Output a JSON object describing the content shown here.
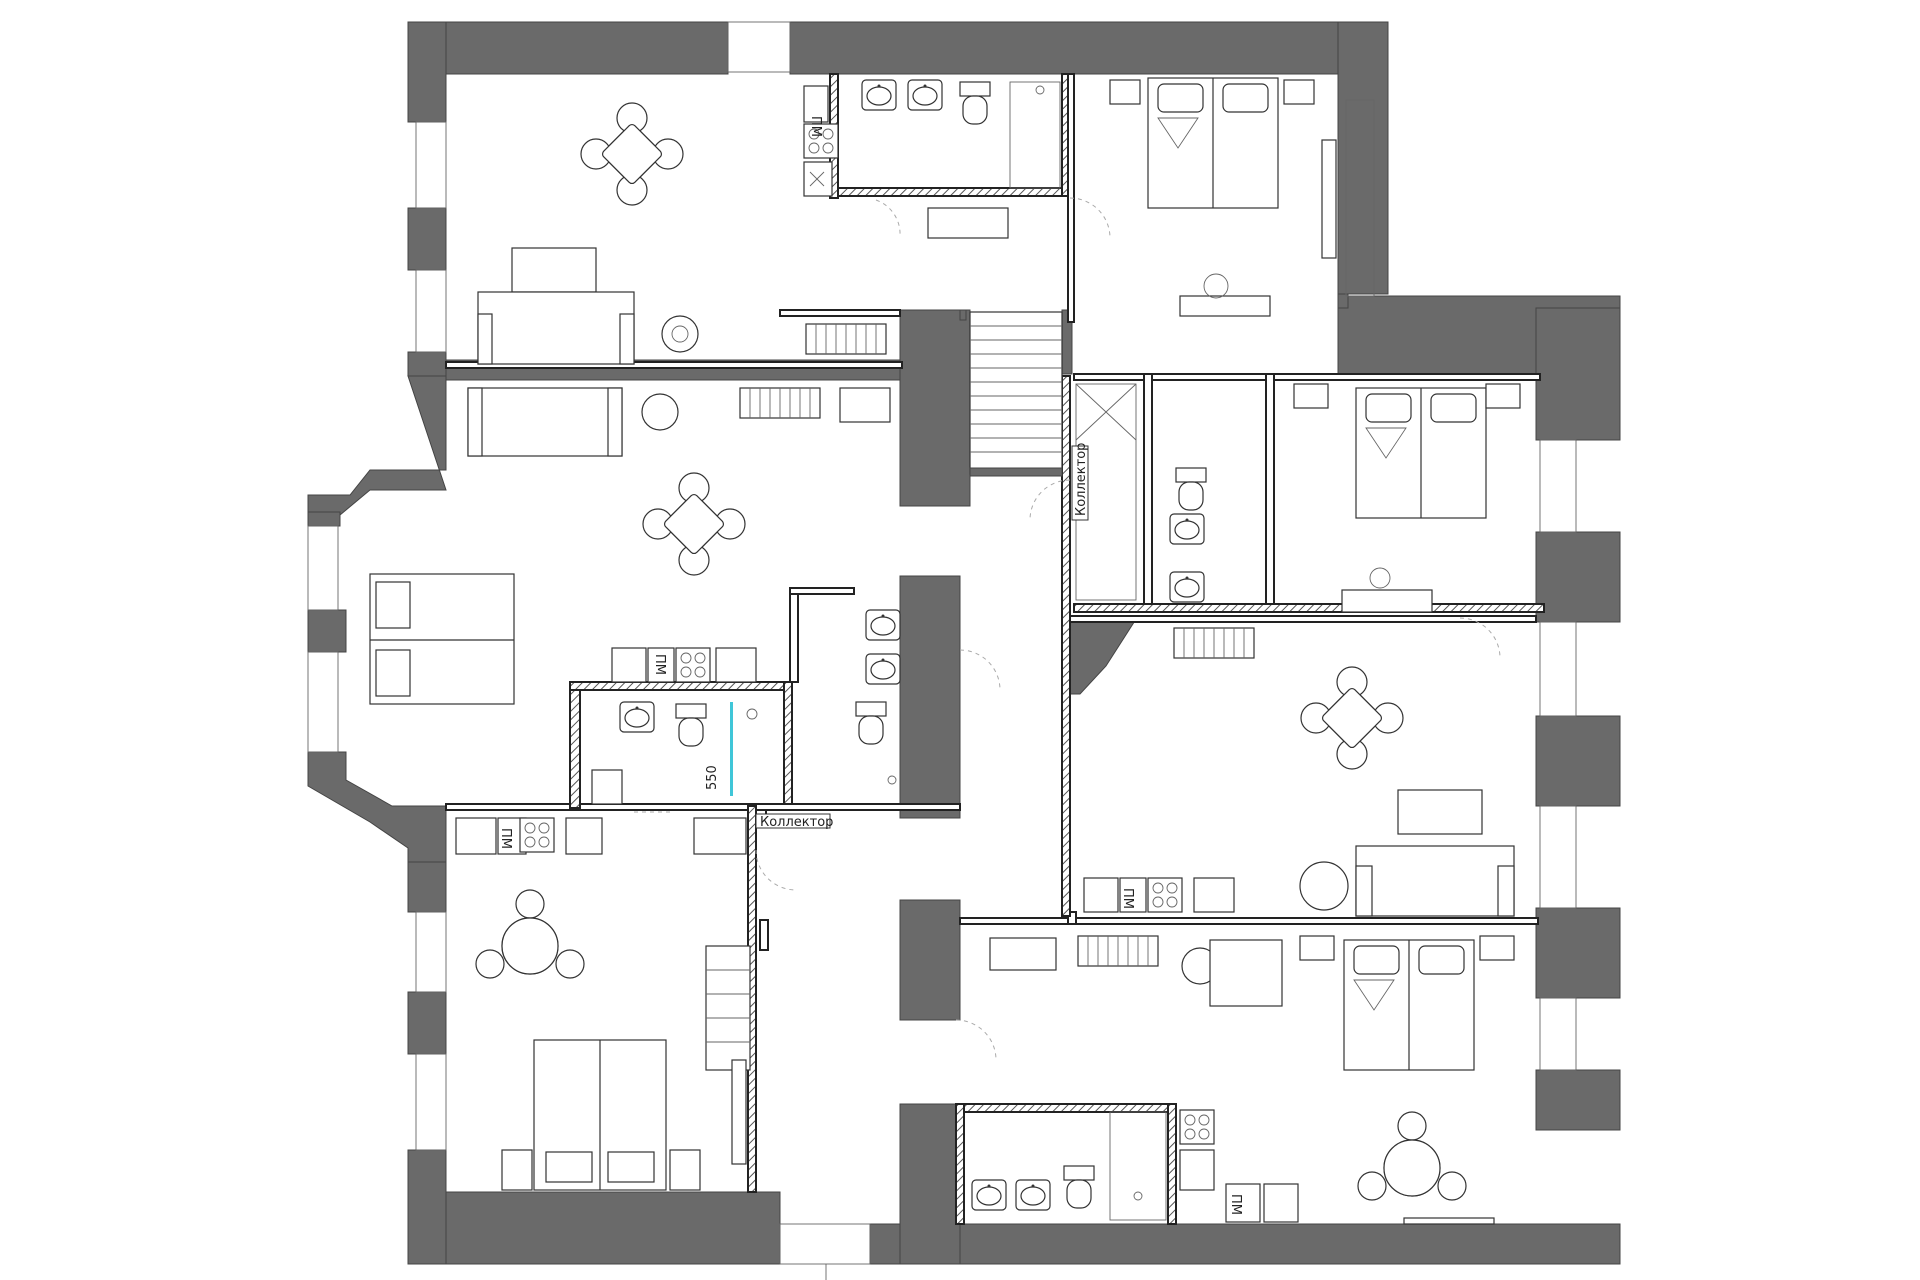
{
  "labels": {
    "collector_top": "Коллектор",
    "collector_middle": "Коллектор",
    "pm_1": "ПМ",
    "pm_2": "ПМ",
    "pm_3": "ПМ",
    "pm_4": "ПМ",
    "pm_5": "ПМ",
    "dimension": "550"
  },
  "colors": {
    "wall": "#6a6a6a",
    "glass_partition": "#3fc6d8",
    "line": "#333333"
  }
}
